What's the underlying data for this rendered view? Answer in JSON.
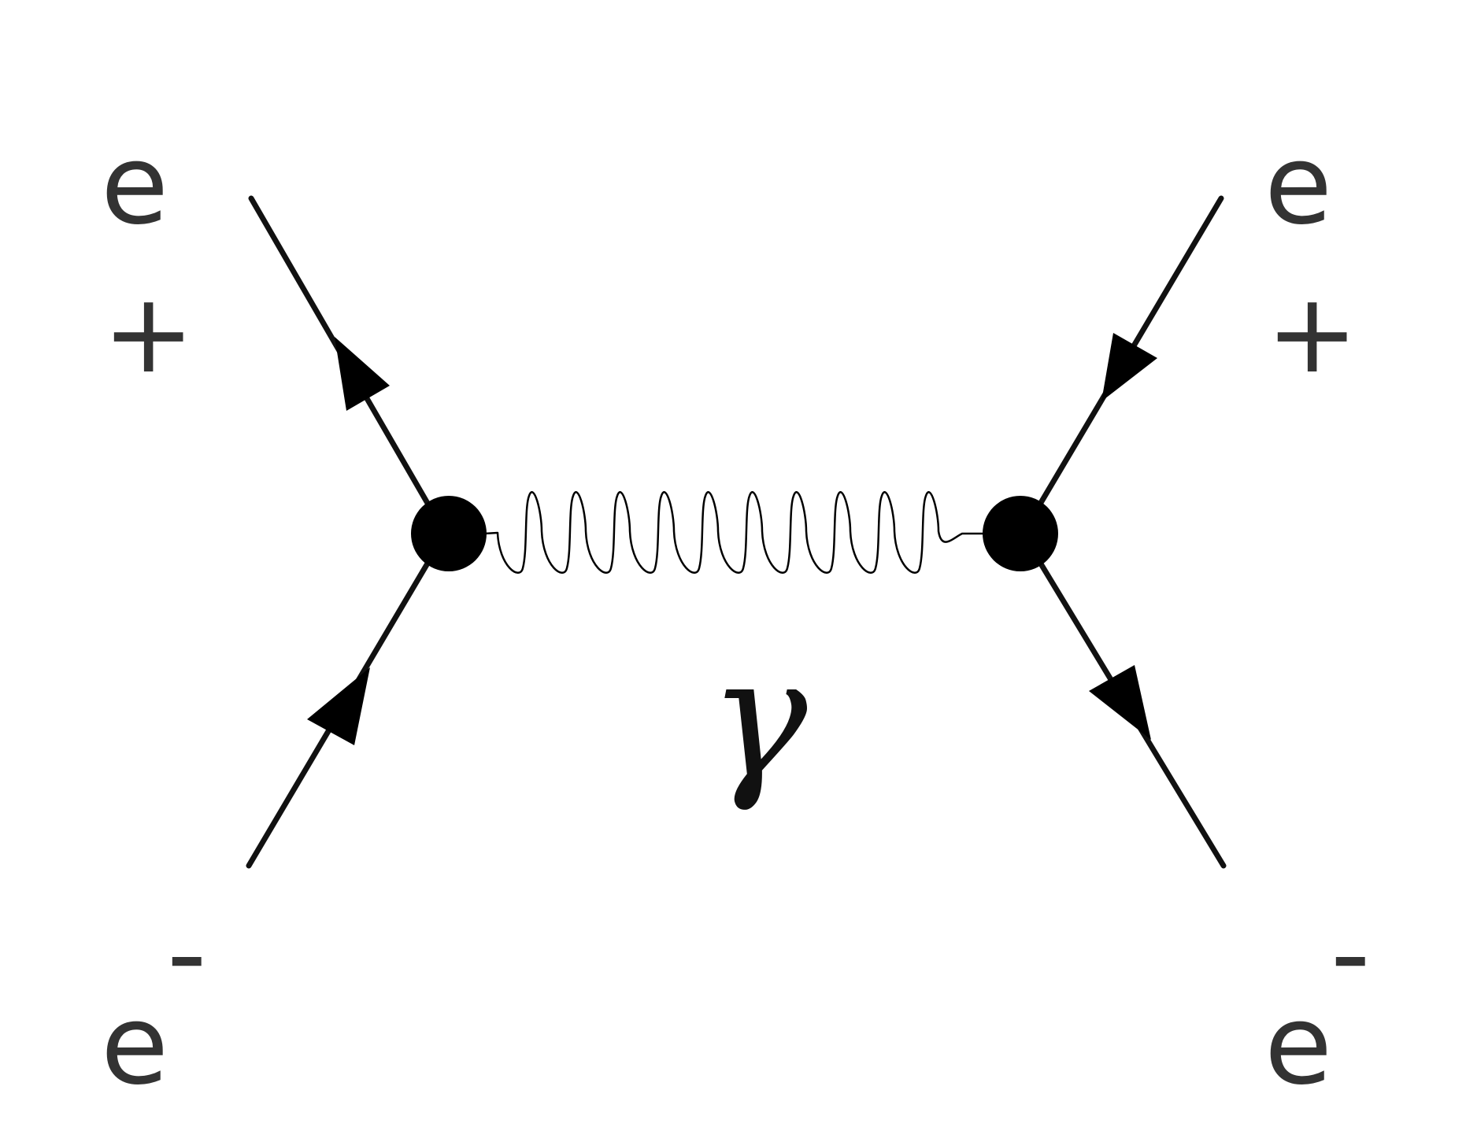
{
  "diagram": {
    "particles": {
      "top_left": {
        "base": "e",
        "charge": "+"
      },
      "top_right": {
        "base": "e",
        "charge": "+"
      },
      "bottom_left": {
        "base": "e",
        "charge": "-"
      },
      "bottom_right": {
        "base": "e",
        "charge": "-"
      }
    },
    "propagator": {
      "symbol": "γ"
    },
    "colors": {
      "line": "#111111",
      "label": "#333333",
      "vertex": "#000000",
      "background": "#ffffff"
    }
  }
}
